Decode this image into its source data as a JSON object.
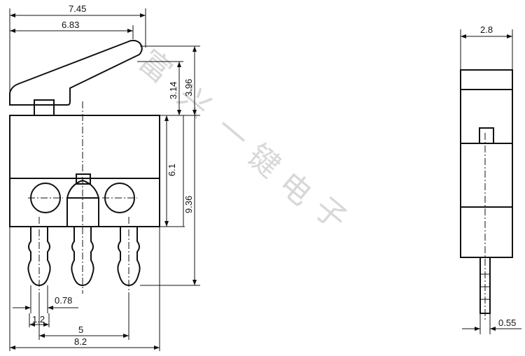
{
  "dimensions": {
    "overall_width_top": "7.45",
    "lever_width": "6.83",
    "lever_height_small": "3.14",
    "lever_height_large": "3.96",
    "body_height": "6.1",
    "total_height": "9.36",
    "terminal_width": "0.78",
    "terminal_pitch_small": "1.2",
    "terminal_pitch": "5",
    "body_width": "8.2",
    "side_width": "2.8",
    "side_terminal_thickness": "0.55"
  },
  "watermark": [
    "富",
    "兴",
    "一",
    "键",
    "电",
    "子"
  ]
}
